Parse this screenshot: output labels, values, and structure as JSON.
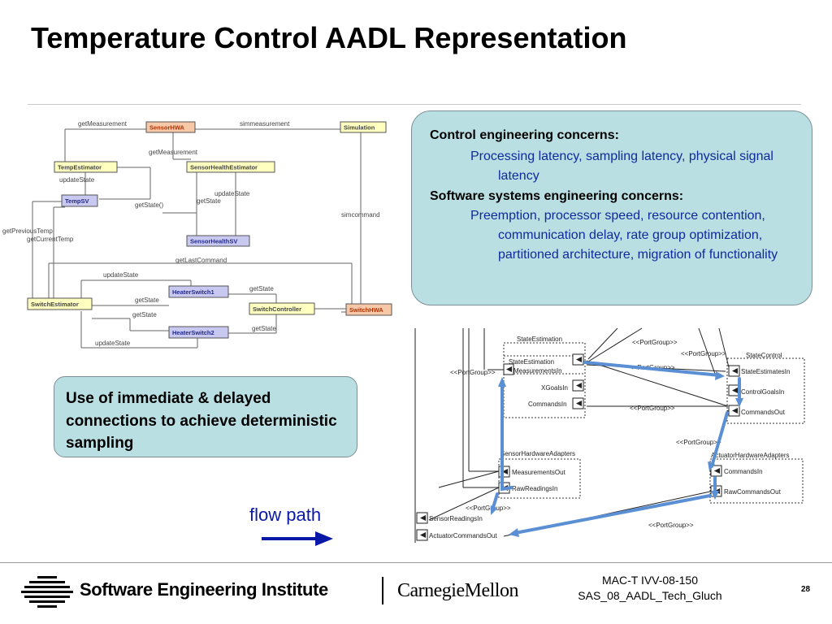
{
  "slide": {
    "title": "Temperature Control AADL Representation",
    "concerns": {
      "heading1": "Control engineering concerns:",
      "detail1": "Processing latency, sampling latency, physical signal latency",
      "heading2": "Software systems engineering concerns:",
      "detail2": "Preemption, processor speed, resource contention, communication delay, rate group optimization, partitioned architecture, migration of functionality"
    },
    "callout": "Use of immediate & delayed connections to achieve deterministic sampling",
    "flow_label": "flow path"
  },
  "diagram": {
    "components": {
      "sensor_hwa": "SensorHWA",
      "simulation": "Simulation",
      "temp_estimator": "TempEstimator",
      "sensor_health_estimator": "SensorHealthEstimator",
      "temp_sv": "TempSV",
      "sensor_health_sv": "SensorHealthSV",
      "heater_switch1": "HeaterSwitch1",
      "switch_estimator": "SwitchEstimator",
      "switch_controller": "SwitchController",
      "switch_hwa": "SwitchHWA",
      "heater_switch2": "HeaterSwitch2"
    },
    "labels": {
      "get_measurement_1": "getMeasurement",
      "simmeasurement": "simmeasurement",
      "get_measurement_2": "getMeasurement",
      "update_state_1": "updateState",
      "update_state_2": "updateState",
      "get_state_paren": "getState()",
      "get_state_1": "getState",
      "simcommand": "simcommand",
      "get_previous_temp": "getPreviousTemp",
      "get_current_temp": "getCurrentTemp",
      "get_last_command": "getLastCommand",
      "update_state_3": "updateState",
      "get_state_2": "getState",
      "get_state_3": "getState",
      "get_state_4": "getState",
      "get_state_5": "getState",
      "update_state_4": "updateState"
    }
  },
  "ports": {
    "groups": {
      "state_estimation": "StateEstimation",
      "state_estimation_inner": "StateEstimation",
      "state_control": "StateControl",
      "sensor_hw_adapters": "SensorHardwareAdapters",
      "actuator_hw_adapters": "ActuatorHardwareAdapters"
    },
    "port_names": {
      "measurements_in": "MeasurementsIn",
      "xgoals_in": "XGoalsIn",
      "commands_in_se": "CommandsIn",
      "state_estimates_in": "StateEstimatesIn",
      "control_goals_in": "ControlGoalsIn",
      "commands_out": "CommandsOut",
      "measurements_out": "MeasurementsOut",
      "raw_readings_in": "RawReadingsIn",
      "commands_in_aha": "CommandsIn",
      "raw_commands_out": "RawCommandsOut",
      "sensor_readings_in": "SensorReadingsIn",
      "actuator_commands_out": "ActuatorCommandsOut"
    },
    "stereotype": "<<PortGroup>>"
  },
  "footer": {
    "org": "Software Engineering Institute",
    "university": "CarnegieMellon",
    "doc_line1": "MAC-T IVV-08-150",
    "doc_line2": "SAS_08_AADL_Tech_Gluch",
    "page_number": "28"
  },
  "colors": {
    "panel_fill": "#b9dfe3",
    "detail_text": "#102a9c",
    "flow_path": "#5b8fd4",
    "flow_label": "#0a18a8",
    "box_orange": "#f7c8a8",
    "box_yellow": "#ffffc0",
    "box_purple": "#c8c8f0"
  }
}
